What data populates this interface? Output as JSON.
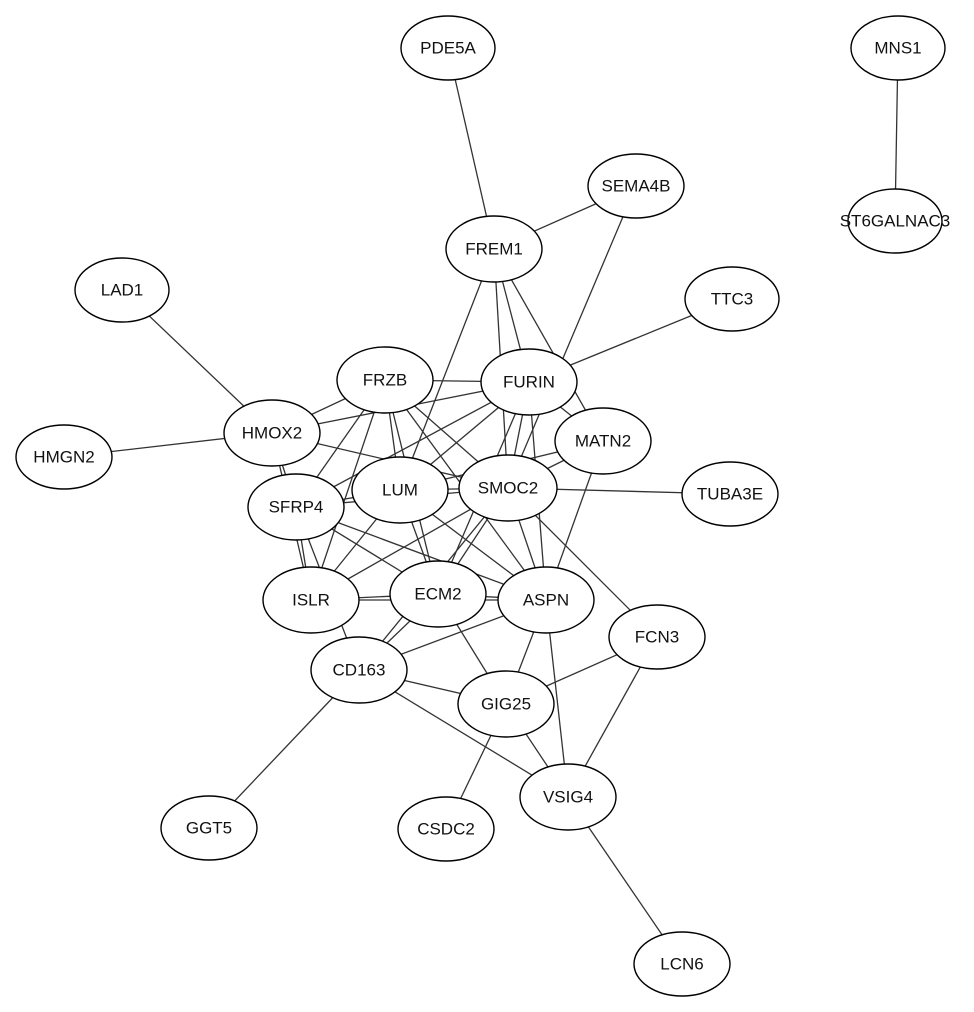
{
  "diagram": {
    "type": "protein-interaction-network",
    "colors": {
      "edge": "#333333",
      "node_fill": "#ffffff",
      "node_stroke": "#000000",
      "label": "#111111"
    },
    "nodes": [
      {
        "id": "PDE5A",
        "label": "PDE5A"
      },
      {
        "id": "MNS1",
        "label": "MNS1"
      },
      {
        "id": "SEMA4B",
        "label": "SEMA4B"
      },
      {
        "id": "ST6GALNAC3",
        "label": "ST6GALNAC3"
      },
      {
        "id": "FREM1",
        "label": "FREM1"
      },
      {
        "id": "LAD1",
        "label": "LAD1"
      },
      {
        "id": "TTC3",
        "label": "TTC3"
      },
      {
        "id": "FRZB",
        "label": "FRZB"
      },
      {
        "id": "FURIN",
        "label": "FURIN"
      },
      {
        "id": "HMOX2",
        "label": "HMOX2"
      },
      {
        "id": "MATN2",
        "label": "MATN2"
      },
      {
        "id": "HMGN2",
        "label": "HMGN2"
      },
      {
        "id": "LUM",
        "label": "LUM"
      },
      {
        "id": "SMOC2",
        "label": "SMOC2"
      },
      {
        "id": "TUBA3E",
        "label": "TUBA3E"
      },
      {
        "id": "SFRP4",
        "label": "SFRP4"
      },
      {
        "id": "ISLR",
        "label": "ISLR"
      },
      {
        "id": "ECM2",
        "label": "ECM2"
      },
      {
        "id": "ASPN",
        "label": "ASPN"
      },
      {
        "id": "FCN3",
        "label": "FCN3"
      },
      {
        "id": "CD163",
        "label": "CD163"
      },
      {
        "id": "GIG25",
        "label": "GIG25"
      },
      {
        "id": "VSIG4",
        "label": "VSIG4"
      },
      {
        "id": "GGT5",
        "label": "GGT5"
      },
      {
        "id": "CSDC2",
        "label": "CSDC2"
      },
      {
        "id": "LCN6",
        "label": "LCN6"
      }
    ],
    "edges": [
      [
        "MNS1",
        "ST6GALNAC3"
      ],
      [
        "PDE5A",
        "FREM1"
      ],
      [
        "SEMA4B",
        "FREM1"
      ],
      [
        "SEMA4B",
        "SMOC2"
      ],
      [
        "FREM1",
        "FURIN"
      ],
      [
        "FREM1",
        "SMOC2"
      ],
      [
        "FREM1",
        "MATN2"
      ],
      [
        "FREM1",
        "LUM"
      ],
      [
        "TTC3",
        "FURIN"
      ],
      [
        "LAD1",
        "HMOX2"
      ],
      [
        "HMGN2",
        "HMOX2"
      ],
      [
        "HMOX2",
        "FRZB"
      ],
      [
        "HMOX2",
        "FURIN"
      ],
      [
        "HMOX2",
        "SMOC2"
      ],
      [
        "HMOX2",
        "SFRP4"
      ],
      [
        "HMOX2",
        "ISLR"
      ],
      [
        "FRZB",
        "FURIN"
      ],
      [
        "FRZB",
        "SFRP4"
      ],
      [
        "FRZB",
        "LUM"
      ],
      [
        "FRZB",
        "SMOC2"
      ],
      [
        "FRZB",
        "ISLR"
      ],
      [
        "FRZB",
        "ECM2"
      ],
      [
        "FRZB",
        "ASPN"
      ],
      [
        "FURIN",
        "SFRP4"
      ],
      [
        "FURIN",
        "LUM"
      ],
      [
        "FURIN",
        "SMOC2"
      ],
      [
        "FURIN",
        "ECM2"
      ],
      [
        "FURIN",
        "ASPN"
      ],
      [
        "FURIN",
        "MATN2"
      ],
      [
        "MATN2",
        "SMOC2"
      ],
      [
        "MATN2",
        "ASPN"
      ],
      [
        "MATN2",
        "LUM"
      ],
      [
        "SMOC2",
        "TUBA3E"
      ],
      [
        "SMOC2",
        "LUM"
      ],
      [
        "SMOC2",
        "SFRP4"
      ],
      [
        "SMOC2",
        "ISLR"
      ],
      [
        "SMOC2",
        "ECM2"
      ],
      [
        "SMOC2",
        "ASPN"
      ],
      [
        "SMOC2",
        "CD163"
      ],
      [
        "SMOC2",
        "FCN3"
      ],
      [
        "LUM",
        "SFRP4"
      ],
      [
        "LUM",
        "ISLR"
      ],
      [
        "LUM",
        "ECM2"
      ],
      [
        "LUM",
        "ASPN"
      ],
      [
        "SFRP4",
        "ISLR"
      ],
      [
        "SFRP4",
        "ECM2"
      ],
      [
        "SFRP4",
        "ASPN"
      ],
      [
        "SFRP4",
        "CD163"
      ],
      [
        "ISLR",
        "ECM2"
      ],
      [
        "ISLR",
        "ASPN"
      ],
      [
        "ECM2",
        "ASPN"
      ],
      [
        "ECM2",
        "CD163"
      ],
      [
        "ECM2",
        "GIG25"
      ],
      [
        "ASPN",
        "CD163"
      ],
      [
        "ASPN",
        "GIG25"
      ],
      [
        "ASPN",
        "VSIG4"
      ],
      [
        "FCN3",
        "GIG25"
      ],
      [
        "FCN3",
        "VSIG4"
      ],
      [
        "CD163",
        "GIG25"
      ],
      [
        "CD163",
        "VSIG4"
      ],
      [
        "CD163",
        "GGT5"
      ],
      [
        "GIG25",
        "VSIG4"
      ],
      [
        "GIG25",
        "CSDC2"
      ],
      [
        "VSIG4",
        "LCN6"
      ]
    ]
  }
}
